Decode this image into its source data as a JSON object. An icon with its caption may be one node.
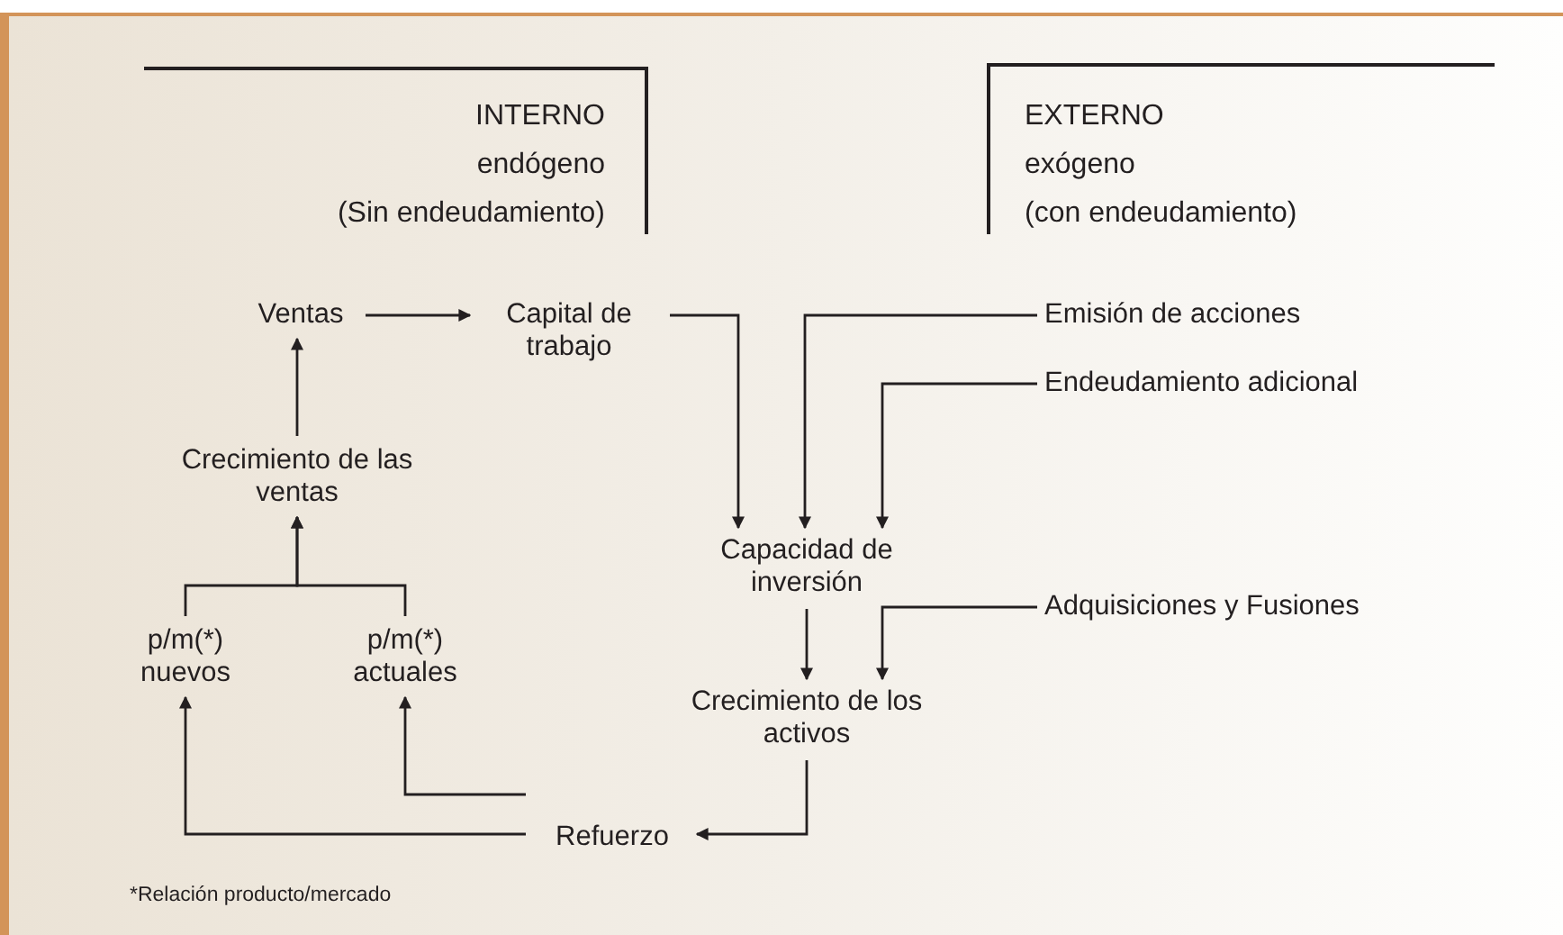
{
  "diagram": {
    "nodes": [
      {
        "text": [
          "INTERNO",
          "endógeno",
          "(Sin endeudamiento)"
        ]
      },
      {
        "text": [
          "EXTERNO",
          "exógeno",
          "(con endeudamiento)"
        ]
      },
      {
        "text": [
          "Ventas"
        ]
      },
      {
        "text": [
          "Capital de trabajo"
        ]
      },
      {
        "text": [
          "Emisión de acciones"
        ]
      },
      {
        "text": [
          "Endeudamiento adicional"
        ]
      },
      {
        "text": [
          "Crecimiento de las ventas"
        ]
      },
      {
        "text": [
          "Capacidad de inversión"
        ]
      },
      {
        "text": [
          "Adquisiciones y Fusiones"
        ]
      },
      {
        "text": [
          "p/m(*) nuevos"
        ]
      },
      {
        "text": [
          "p/m(*) actuales"
        ]
      },
      {
        "text": [
          "Crecimiento de los activos"
        ]
      },
      {
        "text": [
          "Refuerzo"
        ]
      }
    ],
    "edges": [
      {
        "from": 2,
        "to": 3,
        "arrow": "to"
      },
      {
        "from": 3,
        "to": 7,
        "arrow": "to"
      },
      {
        "from": 4,
        "to": 7,
        "arrow": "to"
      },
      {
        "from": 5,
        "to": 7,
        "arrow": "to"
      },
      {
        "from": 7,
        "to": 11,
        "arrow": "to"
      },
      {
        "from": 8,
        "to": 11,
        "arrow": "to"
      },
      {
        "from": 6,
        "to": 2,
        "arrow": "to"
      },
      {
        "from": 9,
        "to": 6,
        "arrow": "to"
      },
      {
        "from": 10,
        "to": 6,
        "arrow": "to"
      },
      {
        "from": 11,
        "to": 12,
        "arrow": "to"
      },
      {
        "from": 12,
        "to": 9,
        "arrow": "to"
      },
      {
        "from": 12,
        "to": 10,
        "arrow": "to"
      }
    ],
    "labels": [
      "*Relación producto/mercado"
    ]
  }
}
